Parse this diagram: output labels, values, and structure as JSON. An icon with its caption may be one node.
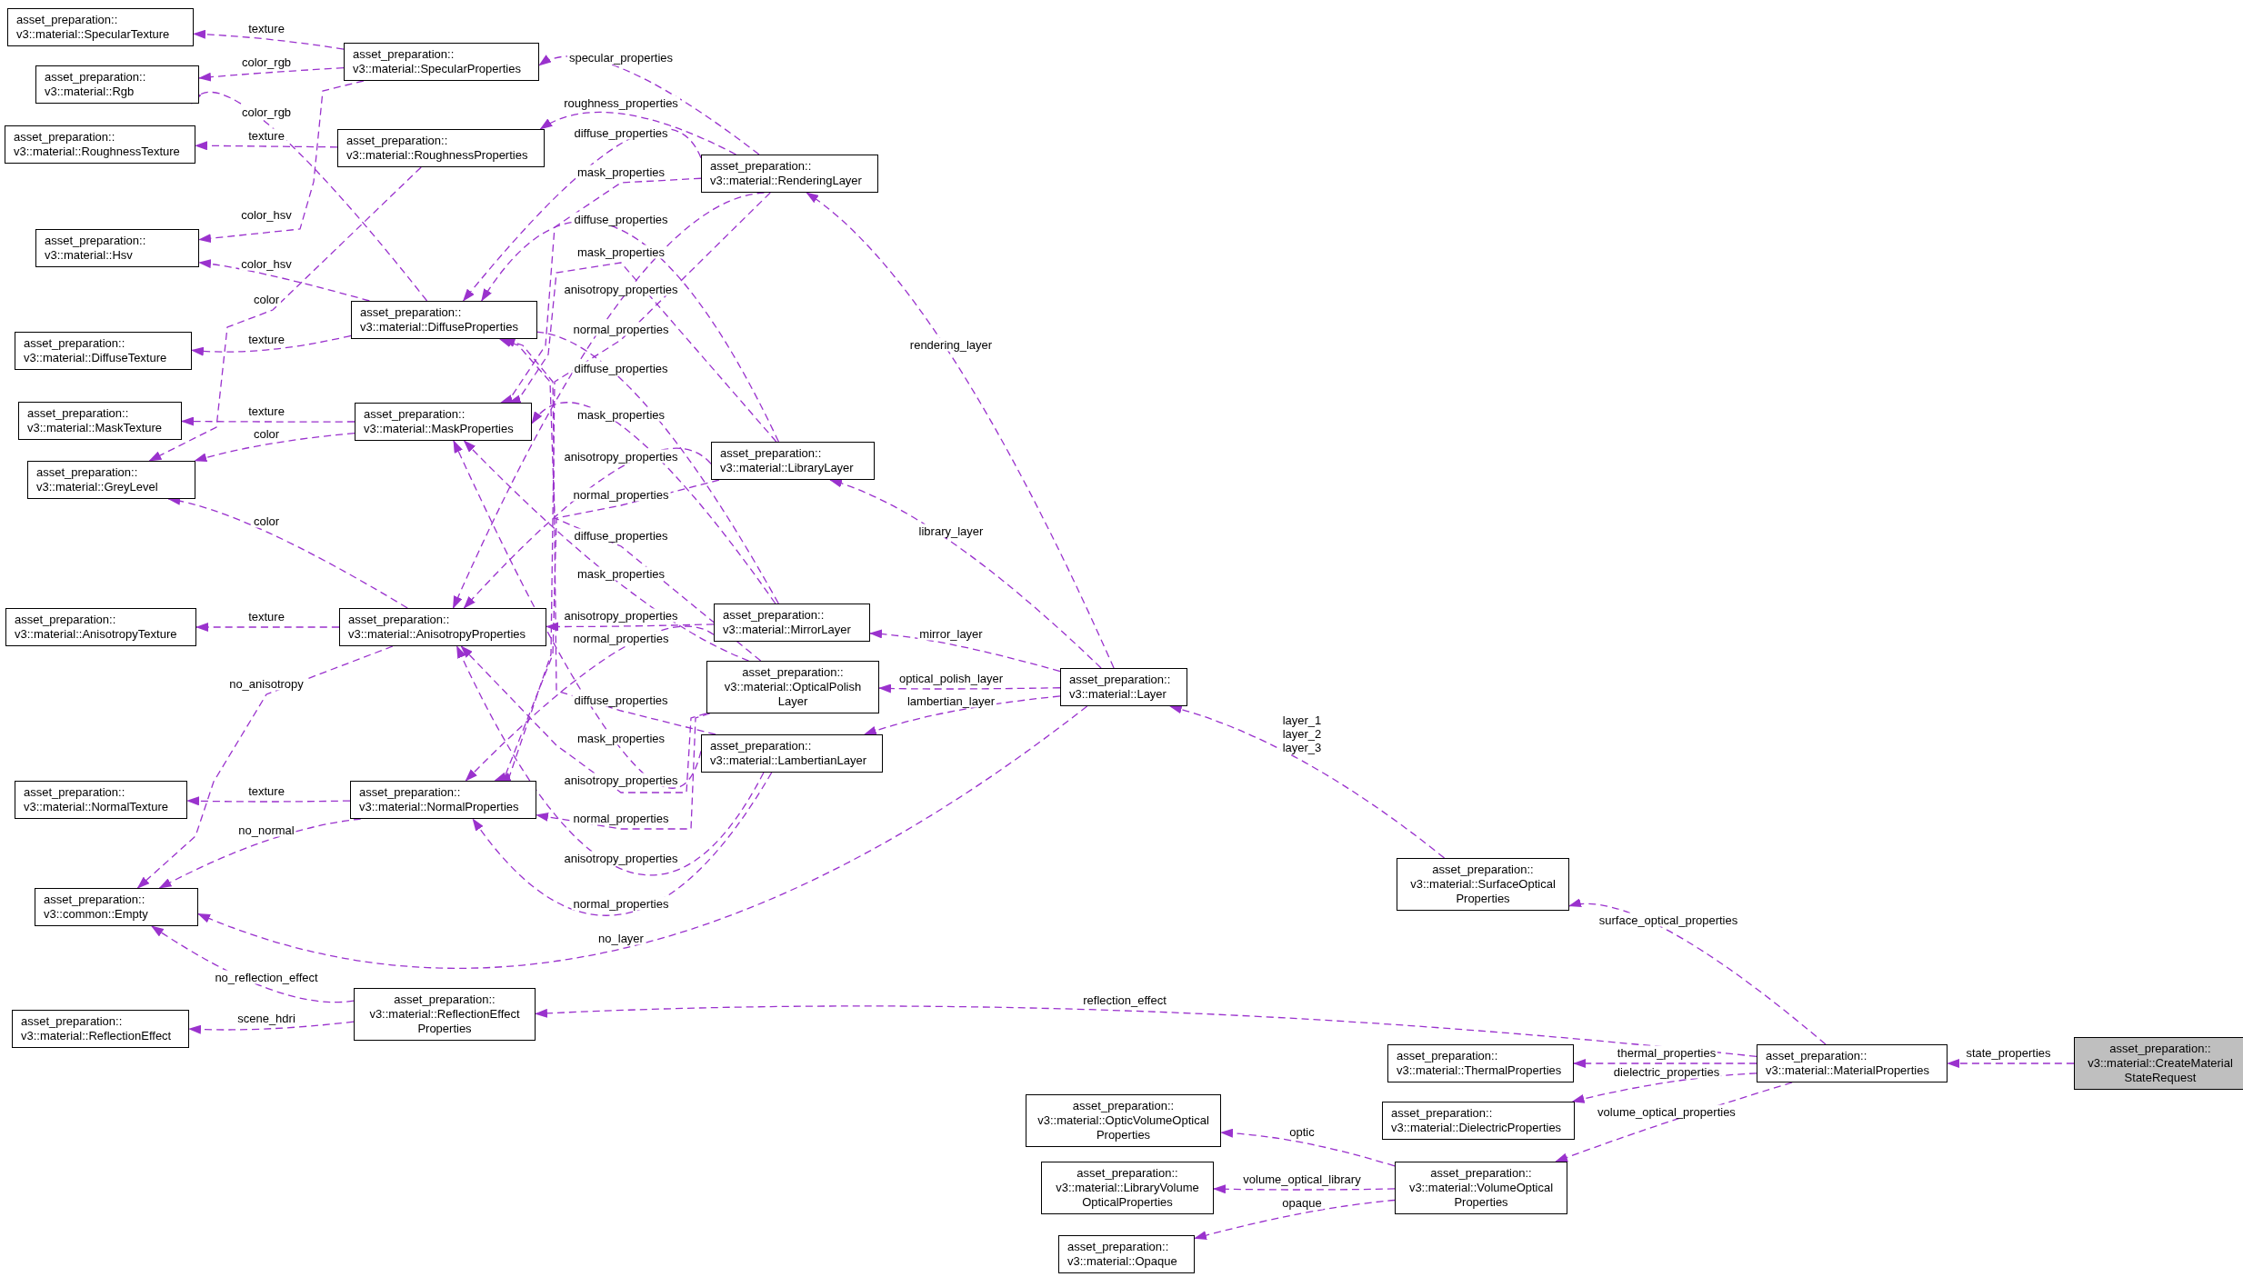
{
  "diagram": {
    "nodes": [
      {
        "text": [
          "asset_preparation:: v3::material::SpecularTexture"
        ]
      },
      {
        "text": [
          "asset_preparation:: v3::material::Rgb"
        ]
      },
      {
        "text": [
          "asset_preparation:: v3::material::RoughnessTexture"
        ]
      },
      {
        "text": [
          "asset_preparation:: v3::material::Hsv"
        ]
      },
      {
        "text": [
          "asset_preparation:: v3::material::DiffuseTexture"
        ]
      },
      {
        "text": [
          "asset_preparation:: v3::material::MaskTexture"
        ]
      },
      {
        "text": [
          "asset_preparation:: v3::material::GreyLevel"
        ]
      },
      {
        "text": [
          "asset_preparation:: v3::material::AnisotropyTexture"
        ]
      },
      {
        "text": [
          "asset_preparation:: v3::material::NormalTexture"
        ]
      },
      {
        "text": [
          "asset_preparation:: v3::common::Empty"
        ]
      },
      {
        "text": [
          "asset_preparation:: v3::material::ReflectionEffect"
        ]
      },
      {
        "text": [
          "asset_preparation:: v3::material::SpecularProperties"
        ]
      },
      {
        "text": [
          "asset_preparation:: v3::material::RoughnessProperties"
        ]
      },
      {
        "text": [
          "asset_preparation:: v3::material::DiffuseProperties"
        ]
      },
      {
        "text": [
          "asset_preparation:: v3::material::MaskProperties"
        ]
      },
      {
        "text": [
          "asset_preparation:: v3::material::AnisotropyProperties"
        ]
      },
      {
        "text": [
          "asset_preparation:: v3::material::NormalProperties"
        ]
      },
      {
        "text": [
          "asset_preparation:: v3::material::ReflectionEffect Properties"
        ]
      },
      {
        "text": [
          "asset_preparation:: v3::material::RenderingLayer"
        ]
      },
      {
        "text": [
          "asset_preparation:: v3::material::LibraryLayer"
        ]
      },
      {
        "text": [
          "asset_preparation:: v3::material::MirrorLayer"
        ]
      },
      {
        "text": [
          "asset_preparation:: v3::material::OpticalPolish Layer"
        ]
      },
      {
        "text": [
          "asset_preparation:: v3::material::LambertianLayer"
        ]
      },
      {
        "text": [
          "asset_preparation:: v3::material::Layer"
        ]
      },
      {
        "text": [
          "asset_preparation:: v3::material::SurfaceOptical Properties"
        ]
      },
      {
        "text": [
          "asset_preparation:: v3::material::ThermalProperties"
        ]
      },
      {
        "text": [
          "asset_preparation:: v3::material::DielectricProperties"
        ]
      },
      {
        "text": [
          "asset_preparation:: v3::material::MaterialProperties"
        ]
      },
      {
        "text": [
          "asset_preparation:: v3::material::CreateMaterial StateRequest"
        ]
      },
      {
        "text": [
          "asset_preparation:: v3::material::OpticVolumeOptical Properties"
        ]
      },
      {
        "text": [
          "asset_preparation:: v3::material::LibraryVolume OpticalProperties"
        ]
      },
      {
        "text": [
          "asset_preparation:: v3::material::VolumeOptical Properties"
        ]
      },
      {
        "text": [
          "asset_preparation:: v3::material::Opaque"
        ]
      }
    ],
    "edges": [
      {
        "from": 11,
        "to": 0,
        "arrow": "to",
        "label": "texture"
      },
      {
        "from": 11,
        "to": 1,
        "arrow": "to",
        "label": "color_rgb"
      },
      {
        "from": 11,
        "to": 3,
        "arrow": "to",
        "label": "color_hsv"
      },
      {
        "from": 12,
        "to": 2,
        "arrow": "to",
        "label": "texture"
      },
      {
        "from": 12,
        "to": 6,
        "arrow": "to",
        "label": "color"
      },
      {
        "from": 13,
        "to": 1,
        "arrow": "to",
        "label": "color_rgb"
      },
      {
        "from": 13,
        "to": 3,
        "arrow": "to",
        "label": "color_hsv"
      },
      {
        "from": 13,
        "to": 4,
        "arrow": "to",
        "label": "texture"
      },
      {
        "from": 14,
        "to": 5,
        "arrow": "to",
        "label": "texture"
      },
      {
        "from": 14,
        "to": 6,
        "arrow": "to",
        "label": "color"
      },
      {
        "from": 15,
        "to": 6,
        "arrow": "to",
        "label": "color"
      },
      {
        "from": 15,
        "to": 7,
        "arrow": "to",
        "label": "texture"
      },
      {
        "from": 15,
        "to": 9,
        "arrow": "to",
        "label": "no_anisotropy"
      },
      {
        "from": 16,
        "to": 8,
        "arrow": "to",
        "label": "texture"
      },
      {
        "from": 16,
        "to": 9,
        "arrow": "to",
        "label": "no_normal"
      },
      {
        "from": 17,
        "to": 9,
        "arrow": "to",
        "label": "no_reflection_effect"
      },
      {
        "from": 17,
        "to": 10,
        "arrow": "to",
        "label": "scene_hdri"
      },
      {
        "from": 18,
        "to": 11,
        "arrow": "to",
        "label": "specular_properties"
      },
      {
        "from": 18,
        "to": 12,
        "arrow": "to",
        "label": "roughness_properties"
      },
      {
        "from": 18,
        "to": 13,
        "arrow": "to",
        "label": "diffuse_properties"
      },
      {
        "from": 18,
        "to": 14,
        "arrow": "to",
        "label": "mask_properties"
      },
      {
        "from": 19,
        "to": 13,
        "arrow": "to",
        "label": "diffuse_properties"
      },
      {
        "from": 19,
        "to": 14,
        "arrow": "to",
        "label": "mask_properties"
      },
      {
        "from": 18,
        "to": 15,
        "arrow": "to",
        "label": "anisotropy_properties"
      },
      {
        "from": 18,
        "to": 16,
        "arrow": "to",
        "label": "normal_properties"
      },
      {
        "from": 20,
        "to": 13,
        "arrow": "to",
        "label": "diffuse_properties"
      },
      {
        "from": 20,
        "to": 14,
        "arrow": "to",
        "label": "mask_properties"
      },
      {
        "from": 19,
        "to": 15,
        "arrow": "to",
        "label": "anisotropy_properties"
      },
      {
        "from": 19,
        "to": 16,
        "arrow": "to",
        "label": "normal_properties"
      },
      {
        "from": 21,
        "to": 13,
        "arrow": "to",
        "label": "diffuse_properties"
      },
      {
        "from": 21,
        "to": 14,
        "arrow": "to",
        "label": "mask_properties"
      },
      {
        "from": 20,
        "to": 15,
        "arrow": "to",
        "label": "anisotropy_properties"
      },
      {
        "from": 20,
        "to": 16,
        "arrow": "to",
        "label": "normal_properties"
      },
      {
        "from": 22,
        "to": 13,
        "arrow": "to",
        "label": "diffuse_properties"
      },
      {
        "from": 22,
        "to": 14,
        "arrow": "to",
        "label": "mask_properties"
      },
      {
        "from": 21,
        "to": 15,
        "arrow": "to",
        "label": "anisotropy_properties"
      },
      {
        "from": 21,
        "to": 16,
        "arrow": "to",
        "label": "normal_properties"
      },
      {
        "from": 22,
        "to": 15,
        "arrow": "to",
        "label": "anisotropy_properties"
      },
      {
        "from": 22,
        "to": 16,
        "arrow": "to",
        "label": "normal_properties"
      },
      {
        "from": 23,
        "to": 18,
        "arrow": "to",
        "label": "rendering_layer"
      },
      {
        "from": 23,
        "to": 19,
        "arrow": "to",
        "label": "library_layer"
      },
      {
        "from": 23,
        "to": 20,
        "arrow": "to",
        "label": "mirror_layer"
      },
      {
        "from": 23,
        "to": 21,
        "arrow": "to",
        "label": "optical_polish_layer"
      },
      {
        "from": 23,
        "to": 22,
        "arrow": "to",
        "label": "lambertian_layer"
      },
      {
        "from": 23,
        "to": 9,
        "arrow": "to",
        "label": "no_layer"
      },
      {
        "from": 24,
        "to": 23,
        "arrow": "to",
        "label": "layer_1 layer_2 layer_3"
      },
      {
        "from": 27,
        "to": 24,
        "arrow": "to",
        "label": "surface_optical_properties"
      },
      {
        "from": 27,
        "to": 17,
        "arrow": "to",
        "label": "reflection_effect"
      },
      {
        "from": 27,
        "to": 25,
        "arrow": "to",
        "label": "thermal_properties"
      },
      {
        "from": 27,
        "to": 26,
        "arrow": "to",
        "label": "dielectric_properties"
      },
      {
        "from": 27,
        "to": 31,
        "arrow": "to",
        "label": "volume_optical_properties"
      },
      {
        "from": 28,
        "to": 27,
        "arrow": "to",
        "label": "state_properties"
      },
      {
        "from": 31,
        "to": 29,
        "arrow": "to",
        "label": "optic"
      },
      {
        "from": 31,
        "to": 30,
        "arrow": "to",
        "label": "volume_optical_library"
      },
      {
        "from": 31,
        "to": 32,
        "arrow": "to",
        "label": "opaque"
      }
    ]
  }
}
